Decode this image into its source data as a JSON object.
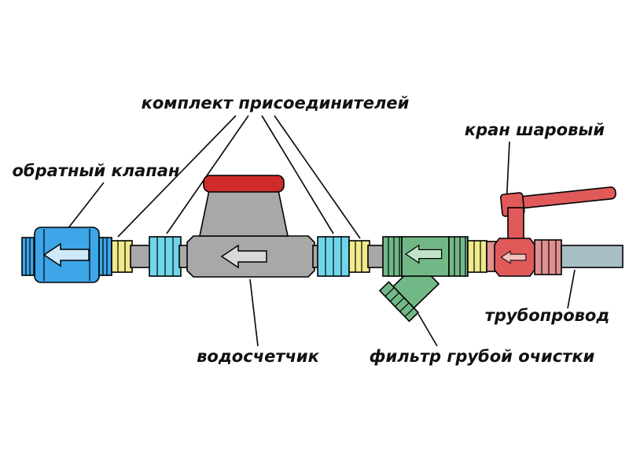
{
  "diagram": {
    "flow_direction": "left",
    "labels": {
      "connectors_kit": "комплект присоединителей",
      "ball_valve": "кран шаровый",
      "check_valve": "обратный клапан",
      "pipeline": "трубопровод",
      "water_meter": "водосчетчик",
      "coarse_filter": "фильтр грубой очистки"
    },
    "colors": {
      "check_valve": "#3da5e8",
      "check_valve_arrow": "#cfe9fb",
      "union_nut": "#6fd6ea",
      "adapter": "#f0ea8c",
      "meter_body": "#a8a8a8",
      "meter_arrow": "#d8d8d8",
      "meter_cap": "#cf2b2b",
      "filter": "#72b887",
      "filter_arrow": "#c2e2ca",
      "ball_valve": "#e05a5a",
      "ball_valve_arrow": "#f4c0c0",
      "ball_valve_nut": "#e09090",
      "pipe": "#a8bfc6",
      "background": "#ffffff",
      "line": "#111111"
    }
  }
}
